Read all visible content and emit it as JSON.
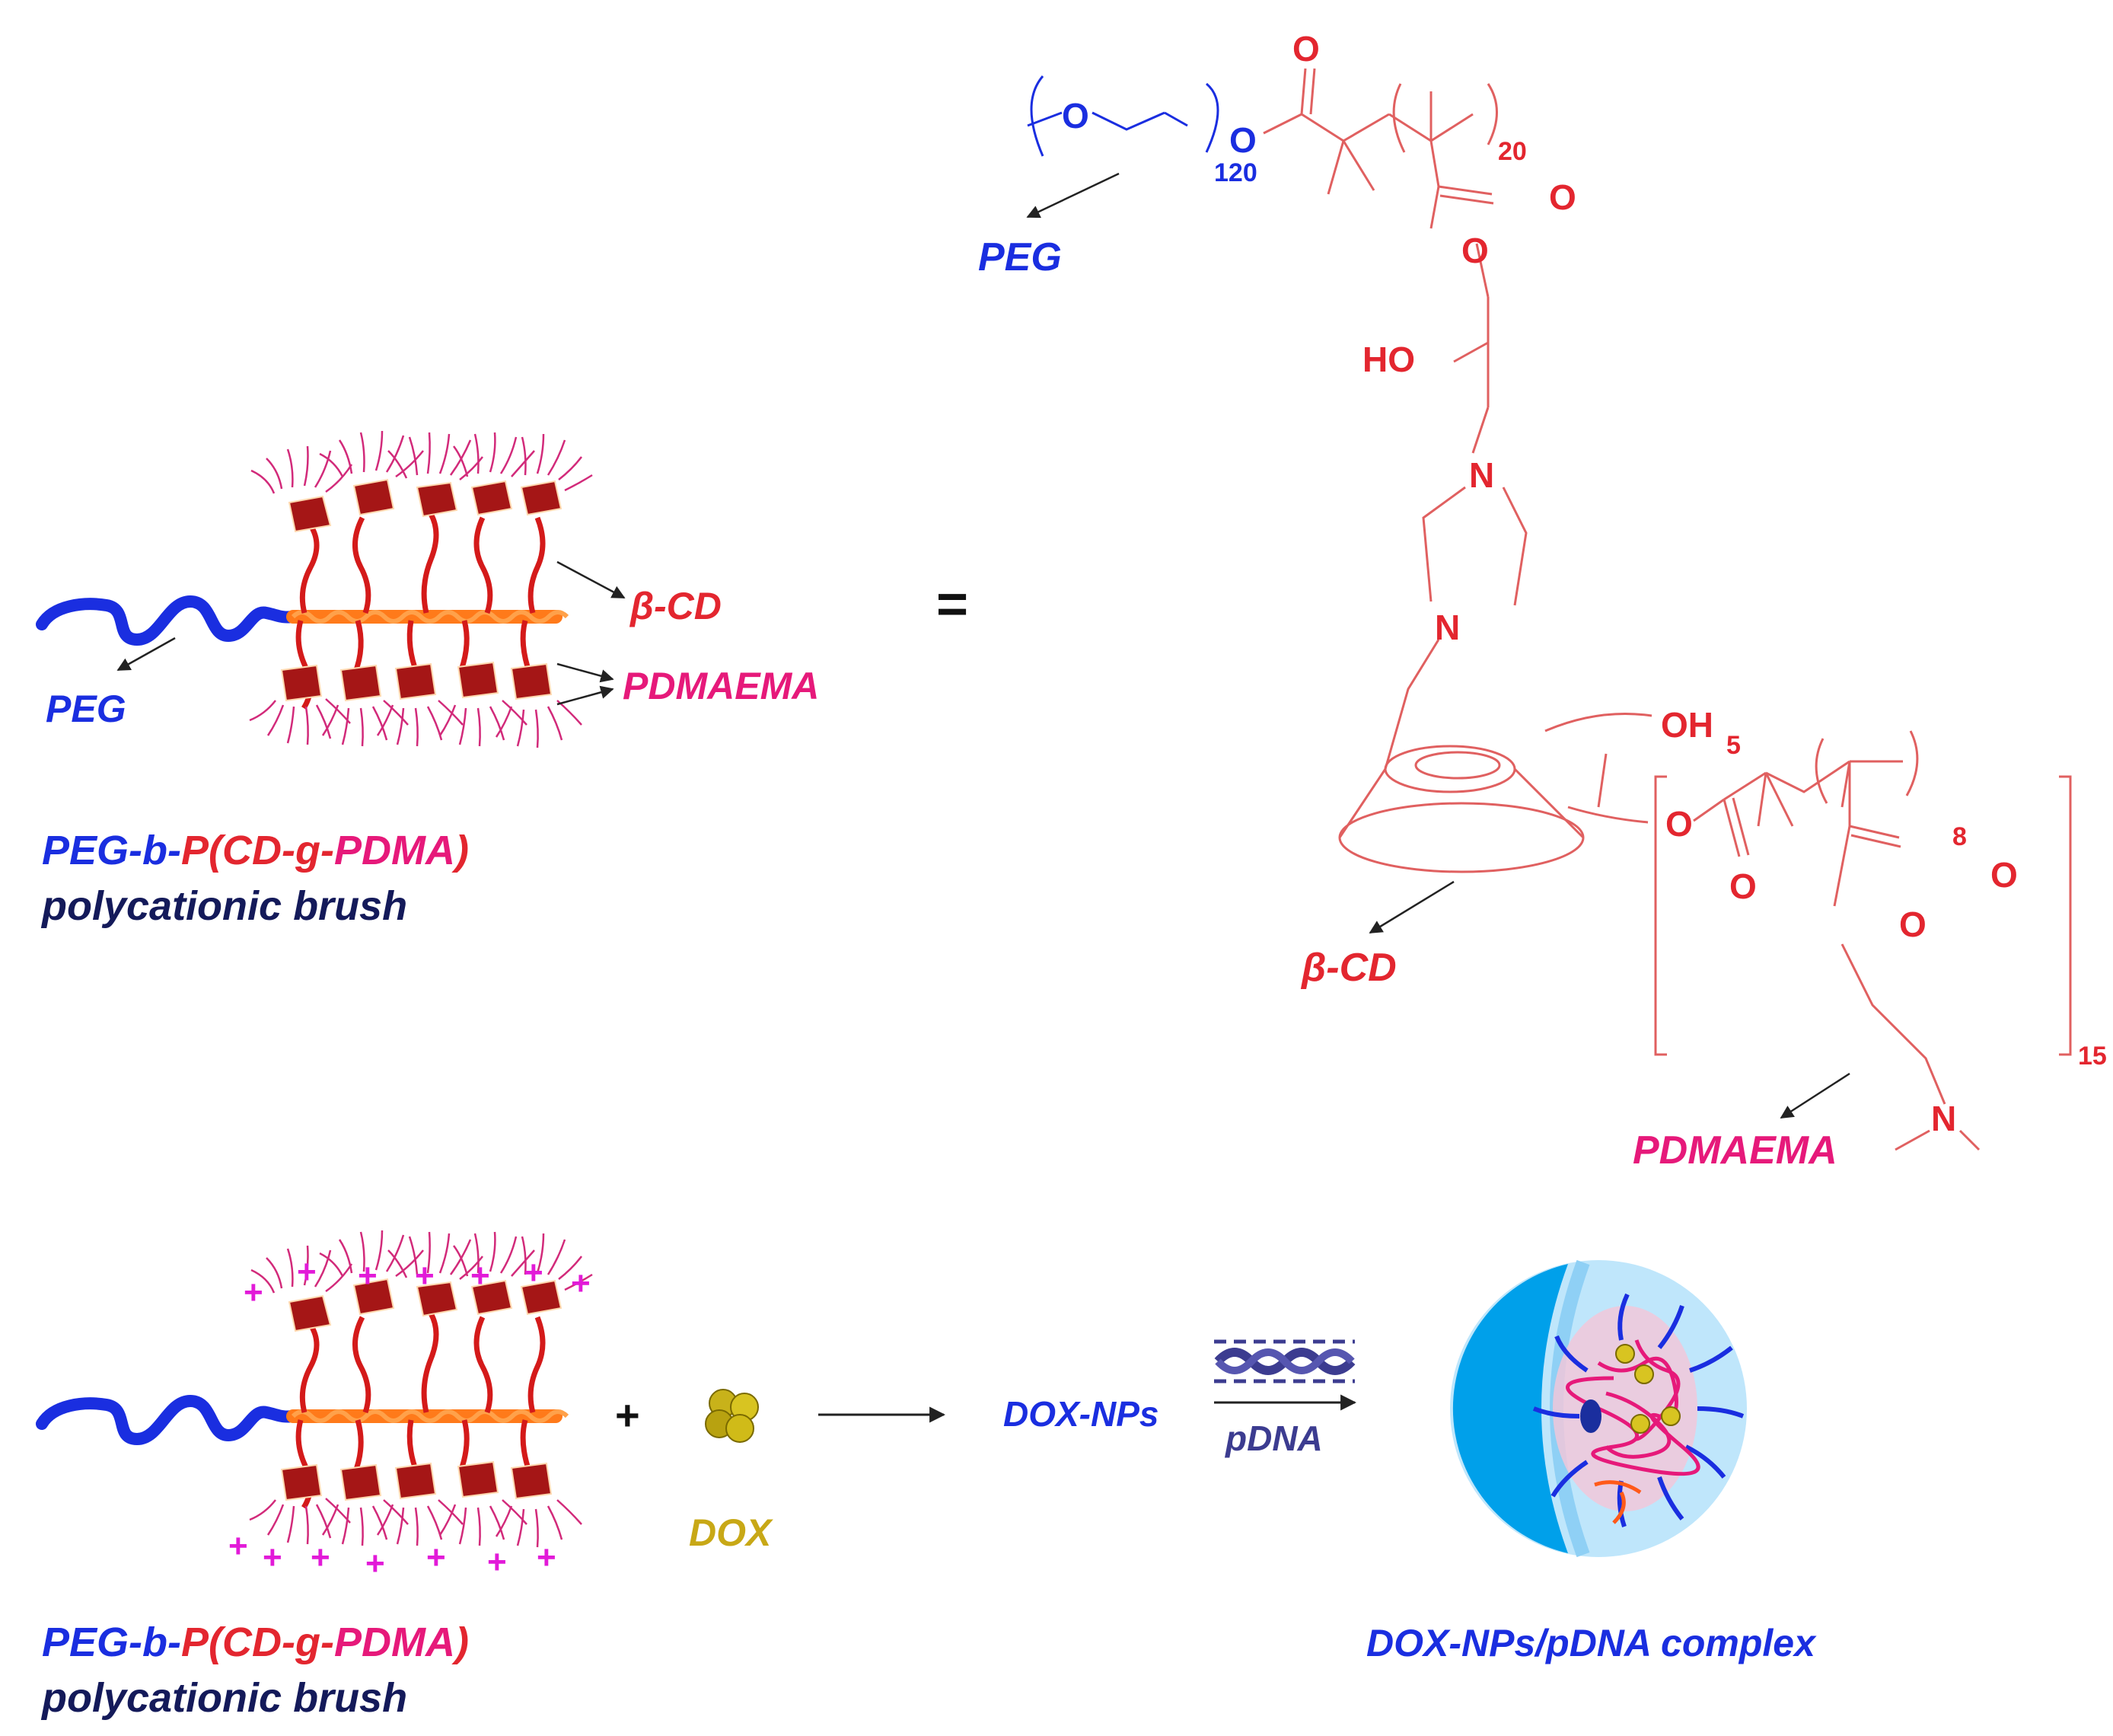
{
  "colors": {
    "peg": "#1a2ee0",
    "red": "#e3262f",
    "magenta": "#e6197a",
    "navy": "#141a5a",
    "orange": "#ff7a1a",
    "bond": "#e06060",
    "gold": "#c8a816",
    "pdna": "#3c3c90",
    "dark_red": "#a51616",
    "plus": "#e21ad8",
    "light_blue": "#bfe6fb",
    "mid_blue": "#00a0ea"
  },
  "top_left": {
    "label_bcd": "β-CD",
    "label_pdmaema": "PDMAEMA",
    "label_peg": "PEG",
    "name_peg_b": "PEG-b-",
    "name_p_open": "P(CD-g-",
    "name_pdma": "PDMA",
    "name_close": ")",
    "subtitle": "polycationic brush"
  },
  "equals": "=",
  "structure": {
    "o": "O",
    "n": "N",
    "ho": "HO",
    "oh": "OH",
    "sub_peg": "120",
    "sub_main": "20",
    "sub_oh": "5",
    "sub_graft": "8",
    "sub_bracket": "15",
    "label_peg": "PEG",
    "label_bcd": "β-CD",
    "label_pdmaema": "PDMAEMA"
  },
  "bottom": {
    "plus": "+",
    "dox": "DOX",
    "dox_nps": "DOX-NPs",
    "pdna": "pDNA",
    "complex": "DOX-NPs/pDNA complex",
    "name_peg_b": "PEG-b-",
    "name_p_open": "P(CD-g-",
    "name_pdma": "PDMA",
    "name_close": ")",
    "subtitle": "polycationic brush"
  }
}
